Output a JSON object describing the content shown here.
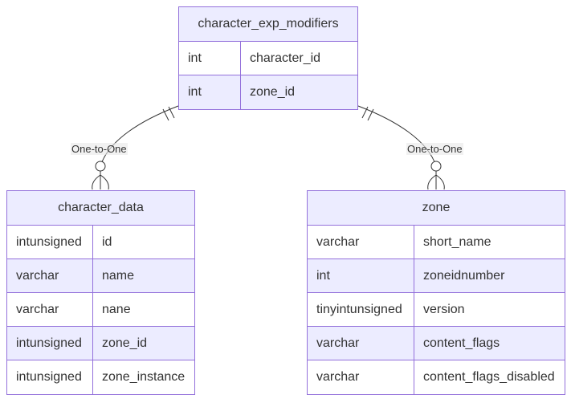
{
  "entities": {
    "character_exp_modifiers": {
      "title": "character_exp_modifiers",
      "attributes": [
        {
          "type": "int",
          "name": "character_id"
        },
        {
          "type": "int",
          "name": "zone_id"
        }
      ]
    },
    "character_data": {
      "title": "character_data",
      "attributes": [
        {
          "type": "intunsigned",
          "name": "id"
        },
        {
          "type": "varchar",
          "name": "name"
        },
        {
          "type": "varchar",
          "name": "nane"
        },
        {
          "type": "intunsigned",
          "name": "zone_id"
        },
        {
          "type": "intunsigned",
          "name": "zone_instance"
        }
      ]
    },
    "zone": {
      "title": "zone",
      "attributes": [
        {
          "type": "varchar",
          "name": "short_name"
        },
        {
          "type": "int",
          "name": "zoneidnumber"
        },
        {
          "type": "tinyintunsigned",
          "name": "version"
        },
        {
          "type": "varchar",
          "name": "content_flags"
        },
        {
          "type": "varchar",
          "name": "content_flags_disabled"
        }
      ]
    }
  },
  "relationships": [
    {
      "from": "character_exp_modifiers",
      "to": "character_data",
      "label": "One-to-One",
      "from_marker": "exactly-one",
      "to_marker": "zero-or-more"
    },
    {
      "from": "character_exp_modifiers",
      "to": "zone",
      "label": "One-to-One",
      "from_marker": "exactly-one",
      "to_marker": "zero-or-more"
    }
  ],
  "colors": {
    "entity_fill": "#ececff",
    "entity_border": "#9370db",
    "row_alt_fill": "#ffffff",
    "line": "#333333",
    "text": "#333333"
  }
}
